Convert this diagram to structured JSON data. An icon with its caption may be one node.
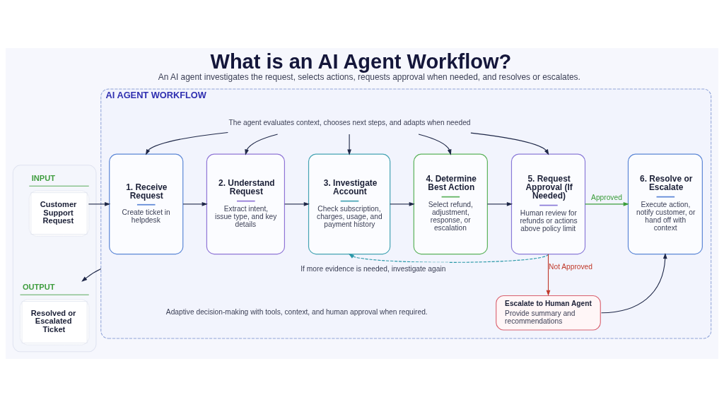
{
  "diagram": {
    "title": "What is an AI Agent Workflow?",
    "caption": "An AI agent investigates the request, selects actions, requests approval when needed, and resolves or escalates.",
    "nodes": [
      {
        "text": [],
        "shape": "box"
      },
      {
        "text": [
          "INPUT",
          "Customer Support Request"
        ],
        "in": 0
      },
      {
        "text": [
          "OUTPUT",
          "Resolved or Escalated Ticket"
        ],
        "in": 0
      },
      {
        "text": [
          "AI AGENT WORKFLOW"
        ]
      },
      {
        "text": [
          "The agent evaluates context, chooses next steps, and adapts when needed"
        ],
        "in": 3
      },
      {
        "text": [
          "1. Receive Request",
          "Create ticket in helpdesk"
        ],
        "in": 3
      },
      {
        "text": [
          "2. Understand Request",
          "Extract intent, issue type, and key details"
        ],
        "in": 3
      },
      {
        "text": [
          "3. Investigate Account",
          "Check subscription, charges, usage, and payment history"
        ],
        "in": 3
      },
      {
        "text": [
          "4. Determine Best Action",
          "Select refund, adjustment, response, or escalation"
        ],
        "in": 3
      },
      {
        "text": [
          "5. Request Approval (If Needed)",
          "Human review for refunds or actions above policy limit"
        ],
        "in": 3
      },
      {
        "text": [
          "6. Resolve or Escalate",
          "Execute action, notify customer, or hand off with context"
        ],
        "in": 3
      },
      {
        "text": [
          "Escalate to Human Agent",
          "Provide summary and recommendations"
        ],
        "in": 3
      }
    ],
    "edges": [
      {
        "from": 1,
        "to": 5,
        "arrow": "to"
      },
      {
        "from": 5,
        "to": 6,
        "arrow": "to"
      },
      {
        "from": 6,
        "to": 7,
        "arrow": "to"
      },
      {
        "from": 7,
        "to": 8,
        "arrow": "to"
      },
      {
        "from": 8,
        "to": 9,
        "arrow": "to"
      },
      {
        "from": 9,
        "to": 10,
        "arrow": "to",
        "label": "Approved",
        "color": "#3a9d3a"
      },
      {
        "from": 9,
        "to": 11,
        "arrow": "to",
        "label": "Not Approved",
        "color": "#c0392b"
      },
      {
        "from": 11,
        "to": 10,
        "arrow": "to"
      },
      {
        "from": 9,
        "to": 7,
        "arrow": "to",
        "label": "If more evidence is needed, investigate again",
        "style": "dashed",
        "color": "#2a98a8"
      },
      {
        "from": 3,
        "to": 2,
        "arrow": "to"
      },
      {
        "from": 4,
        "to": 5,
        "arrow": "to"
      },
      {
        "from": 4,
        "to": 6,
        "arrow": "to"
      },
      {
        "from": 4,
        "to": 7,
        "arrow": "to"
      },
      {
        "from": 4,
        "to": 8,
        "arrow": "to"
      },
      {
        "from": 4,
        "to": 9,
        "arrow": "to"
      }
    ],
    "labels": [
      "Adaptive decision-making with tools, context, and human approval when required."
    ]
  }
}
